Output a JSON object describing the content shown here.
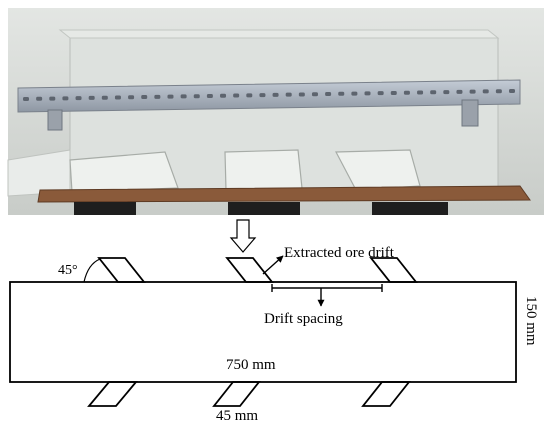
{
  "photo": {
    "description_hidden": false
  },
  "diagram": {
    "label_angle": "45°",
    "label_extracted_drift": "Extracted ore drift",
    "label_drift_spacing": "Drift spacing",
    "label_length": "750 mm",
    "label_drift_width": "45 mm",
    "label_height": "150 mm"
  },
  "colors": {
    "stroke": "#000000",
    "background": "#ffffff",
    "model_bg": "#d9dcd9",
    "rail": "#a9b0b9",
    "table_top": "#8a5a3a",
    "stand": "#1e1e1e"
  }
}
